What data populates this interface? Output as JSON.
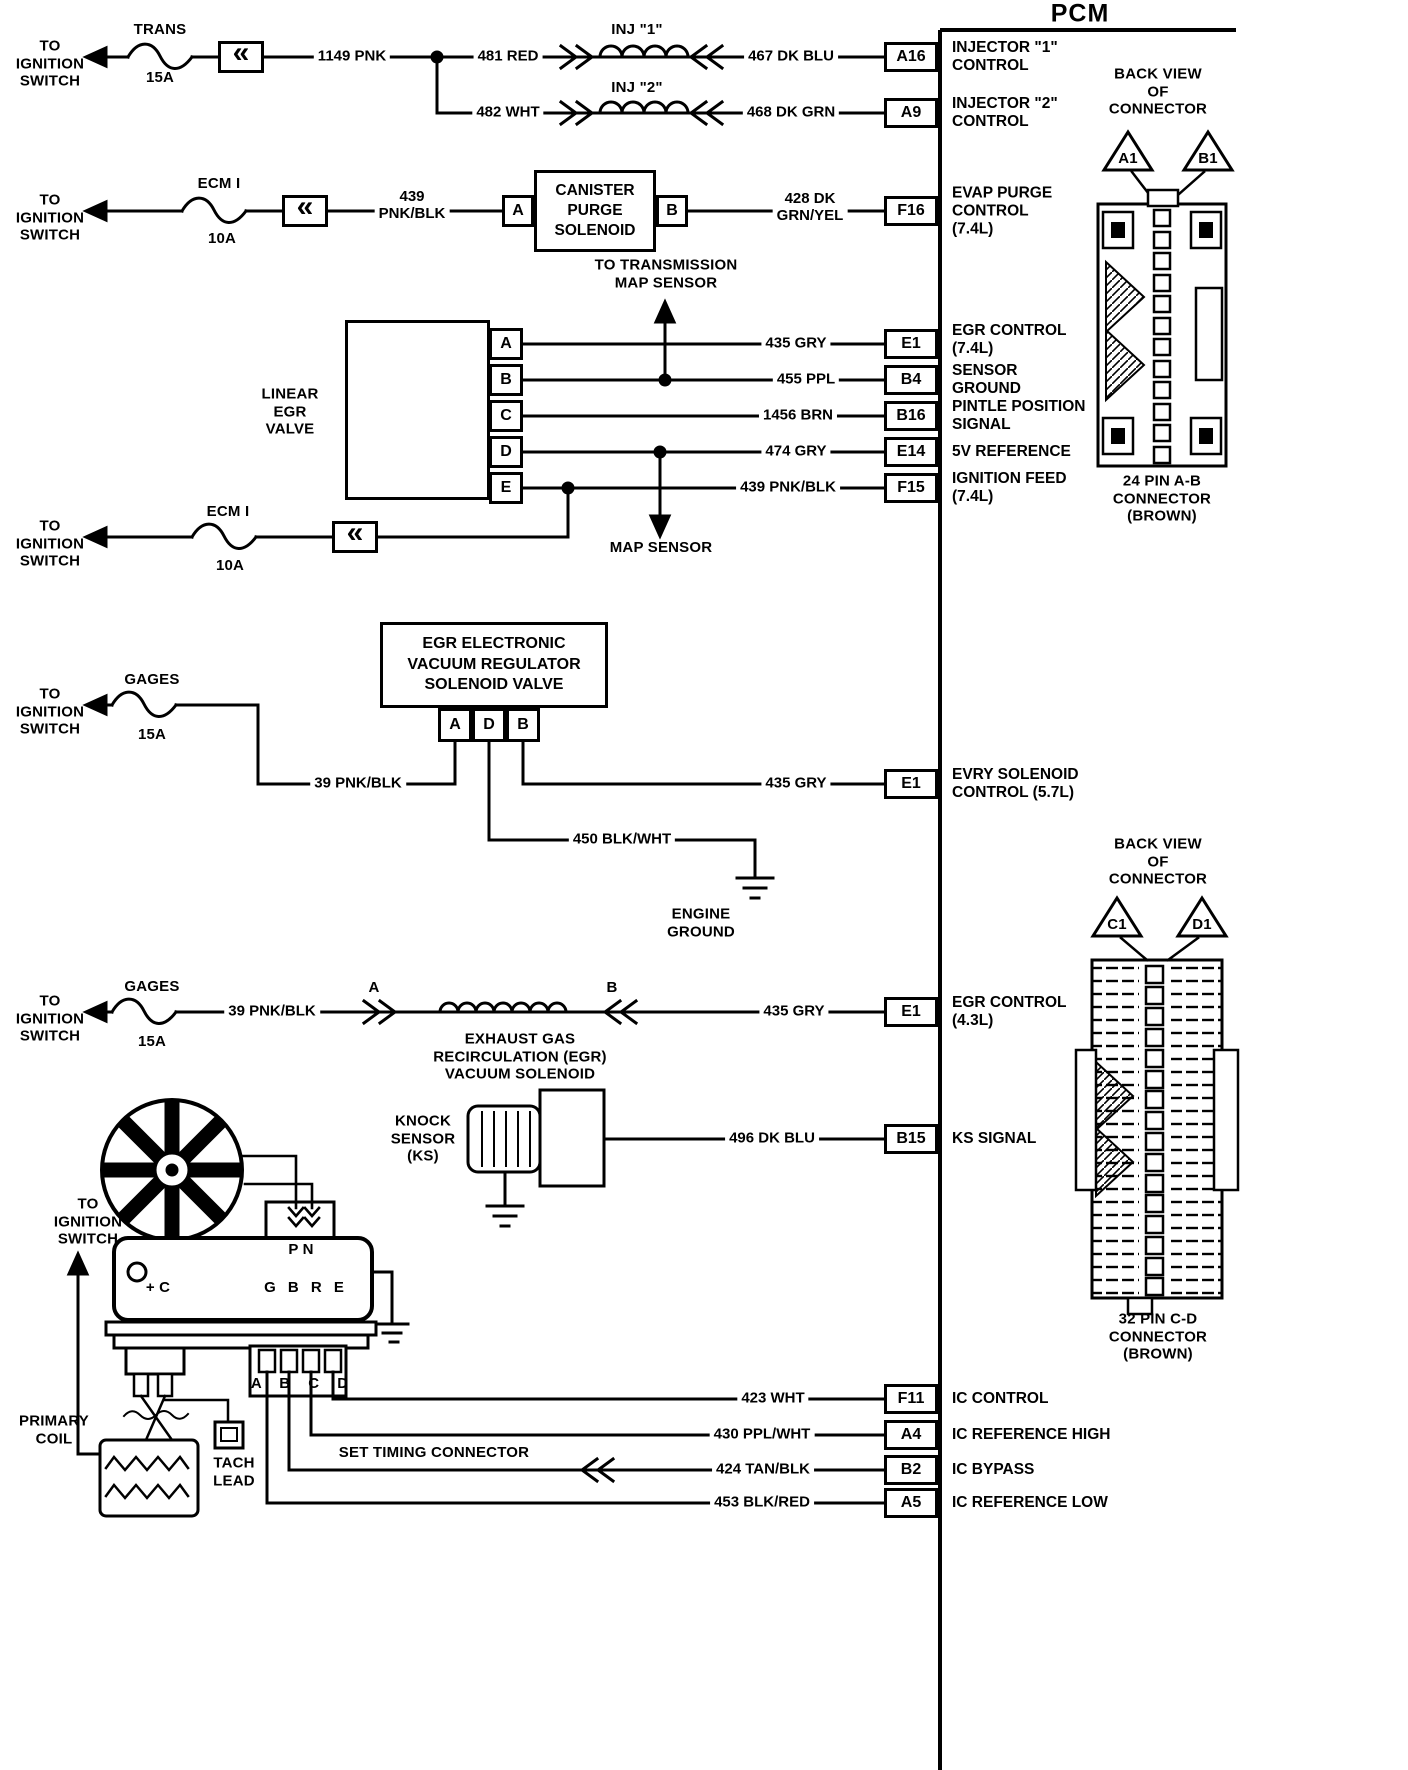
{
  "title": "PCM",
  "symbols": {
    "fusible_link_chevron": "«"
  },
  "terminals": [
    {
      "pin": "A16",
      "desc": "INJECTOR \"1\"\nCONTROL"
    },
    {
      "pin": "A9",
      "desc": "INJECTOR \"2\"\nCONTROL"
    },
    {
      "pin": "F16",
      "desc": "EVAP PURGE\nCONTROL\n(7.4L)"
    },
    {
      "pin": "E1",
      "desc": "EGR CONTROL\n(7.4L)"
    },
    {
      "pin": "B4",
      "desc": "SENSOR\nGROUND"
    },
    {
      "pin": "B16",
      "desc": "PINTLE POSITION\nSIGNAL"
    },
    {
      "pin": "E14",
      "desc": "5V REFERENCE"
    },
    {
      "pin": "F15",
      "desc": "IGNITION FEED\n(7.4L)"
    },
    {
      "pin": "E1",
      "desc": "EVRY SOLENOID\nCONTROL (5.7L)"
    },
    {
      "pin": "E1",
      "desc": "EGR CONTROL\n(4.3L)"
    },
    {
      "pin": "B15",
      "desc": "KS SIGNAL"
    },
    {
      "pin": "F11",
      "desc": "IC CONTROL"
    },
    {
      "pin": "A4",
      "desc": "IC REFERENCE HIGH"
    },
    {
      "pin": "B2",
      "desc": "IC BYPASS"
    },
    {
      "pin": "A5",
      "desc": "IC REFERENCE LOW"
    }
  ],
  "wires": {
    "w1149": "1149 PNK",
    "w481": "481 RED",
    "w467": "467 DK BLU",
    "w482": "482 WHT",
    "w468": "468 DK GRN",
    "w439_stack": "439\nPNK/BLK",
    "w428_stack": "428 DK\nGRN/YEL",
    "w435_74": "435 GRY",
    "w455": "455 PPL",
    "w1456": "1456 BRN",
    "w474": "474 GRY",
    "w439_feed": "439 PNK/BLK",
    "w39_evr": "39 PNK/BLK",
    "w435_evr": "435 GRY",
    "w450": "450 BLK/WHT",
    "w39_egr": "39 PNK/BLK",
    "w435_egr": "435 GRY",
    "w496": "496 DK BLU",
    "w423": "423 WHT",
    "w430": "430 PPL/WHT",
    "w424": "424 TAN/BLK",
    "w453": "453 BLK/RED"
  },
  "fuses": [
    {
      "name": "TRANS",
      "amps": "15A"
    },
    {
      "name": "ECM I",
      "amps": "10A"
    },
    {
      "name": "ECM I",
      "amps": "10A"
    },
    {
      "name": "GAGES",
      "amps": "15A"
    },
    {
      "name": "GAGES",
      "amps": "15A"
    }
  ],
  "labels": {
    "to_ign": "TO\nIGNITION\nSWITCH",
    "inj1": "INJ \"1\"",
    "inj2": "INJ \"2\"",
    "canister": "CANISTER\nPURGE\nSOLENOID",
    "trans_map": "TO TRANSMISSION\nMAP SENSOR",
    "map_sensor": "MAP SENSOR",
    "linear_egr": "LINEAR\nEGR\nVALVE",
    "evr": "EGR ELECTRONIC\nVACUUM REGULATOR\nSOLENOID VALVE",
    "engine_ground": "ENGINE\nGROUND",
    "egr_vac": "EXHAUST GAS\nRECIRCULATION (EGR)\nVACUUM SOLENOID",
    "knock": "KNOCK\nSENSOR\n(KS)",
    "set_timing": "SET TIMING CONNECTOR",
    "primary_coil": "PRIMARY\nCOIL",
    "tach_lead": "TACH\nLEAD",
    "back_view": "BACK VIEW\nOF\nCONNECTOR",
    "conn24": "24 PIN A-B\nCONNECTOR\n(BROWN)",
    "conn32": "32 PIN C-D\nCONNECTOR\n(BROWN)",
    "pn": "P N",
    "plus_c": "+ C",
    "gbre": "G B R E",
    "abcd": "A B C D",
    "a1": "A1",
    "b1": "B1",
    "c1": "C1",
    "d1": "D1"
  },
  "pins": {
    "a": "A",
    "b": "B",
    "c": "C",
    "d": "D",
    "e": "E"
  }
}
